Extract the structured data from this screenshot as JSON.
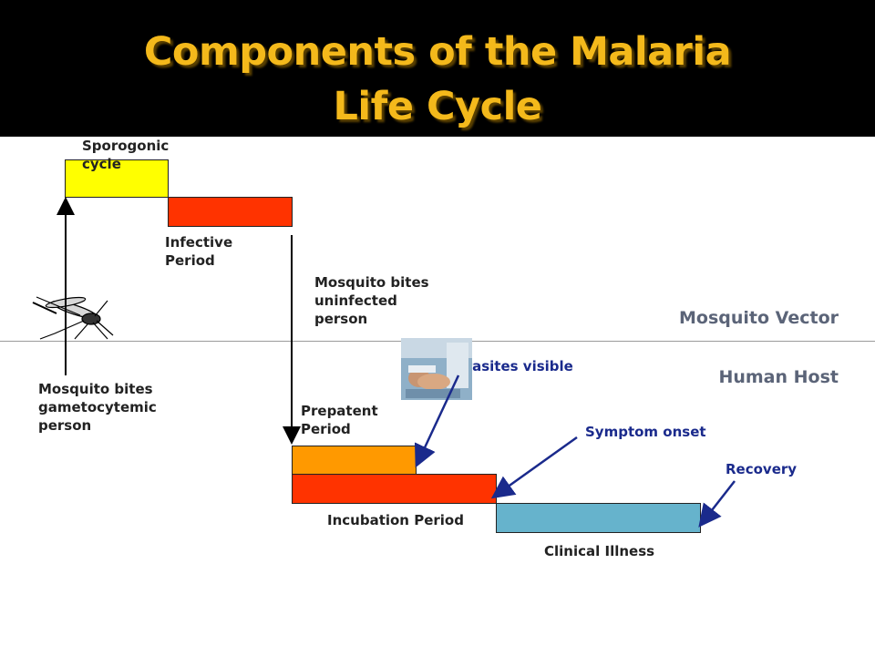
{
  "title": {
    "line1": "Components of the Malaria",
    "line2": "Life Cycle"
  },
  "labels": {
    "sporogonic_cycle": "Sporogonic cycle",
    "infective_period": "Infective Period",
    "mosquito_bites_uninfected": "Mosquito bites uninfected person",
    "mosquito_vector": "Mosquito Vector",
    "human_host": "Human Host",
    "mosquito_bites_gametocytemic": "Mosquito bites gametocytemic person",
    "parasites_visible": "Parasites visible",
    "prepatent_period": "Prepatent Period",
    "symptom_onset": "Symptom onset",
    "recovery": "Recovery",
    "incubation_period": "Incubation Period",
    "clinical_illness": "Clinical Illness"
  },
  "colors": {
    "title": "#f4b91b",
    "sporogonic": "#ffff00",
    "infective": "#ff3300",
    "prepatent": "#ff9900",
    "incubation": "#ff3300",
    "clinical": "#66b3cc",
    "arrow_blue": "#1a2a8c"
  },
  "icons": [
    "mosquito-icon",
    "patient-photo"
  ]
}
